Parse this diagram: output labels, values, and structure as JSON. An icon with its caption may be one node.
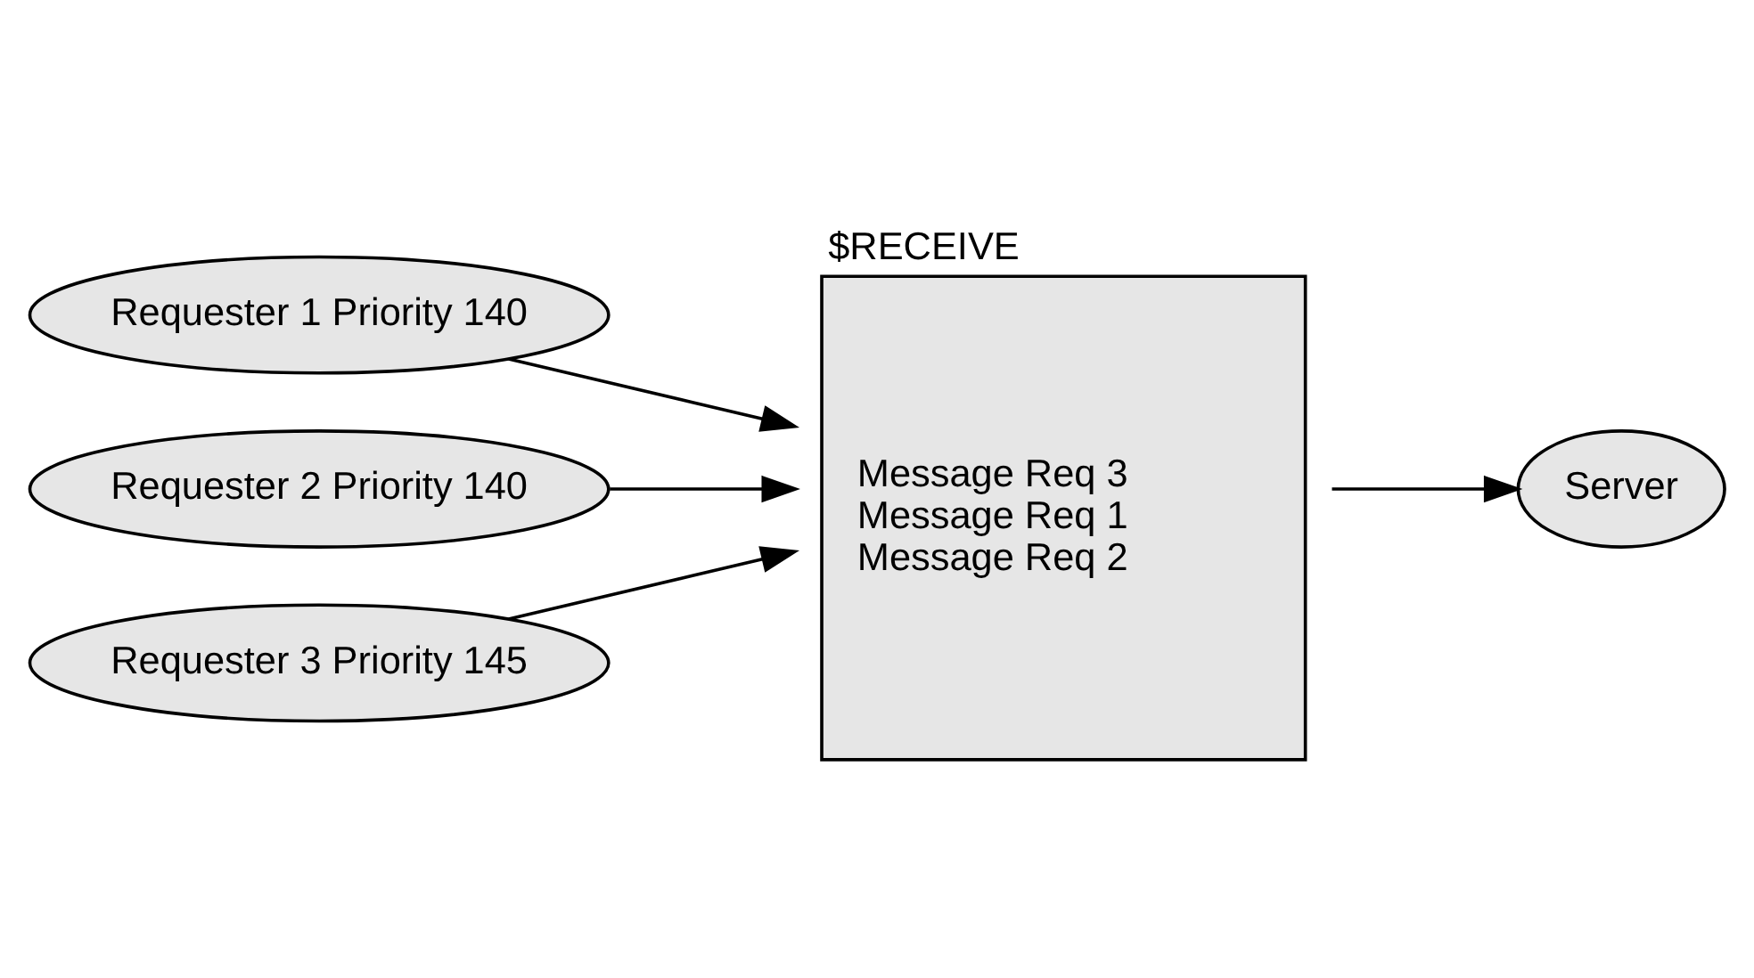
{
  "diagram": {
    "nodes": [
      {
        "text": [
          "Requester 1 Priority 140"
        ]
      },
      {
        "text": [
          "Requester 2 Priority 140"
        ]
      },
      {
        "text": [
          "Requester 3 Priority 145"
        ]
      },
      {
        "text": [
          "$RECEIVE",
          "Message Req 3",
          "Message Req 1",
          "Message Req 2"
        ]
      },
      {
        "text": [
          "Server"
        ]
      }
    ],
    "edges": [
      {
        "from": 0,
        "to": 3,
        "arrow": "to"
      },
      {
        "from": 1,
        "to": 3,
        "arrow": "to"
      },
      {
        "from": 2,
        "to": 3,
        "arrow": "to"
      },
      {
        "from": 3,
        "to": 4,
        "arrow": "to"
      }
    ]
  }
}
